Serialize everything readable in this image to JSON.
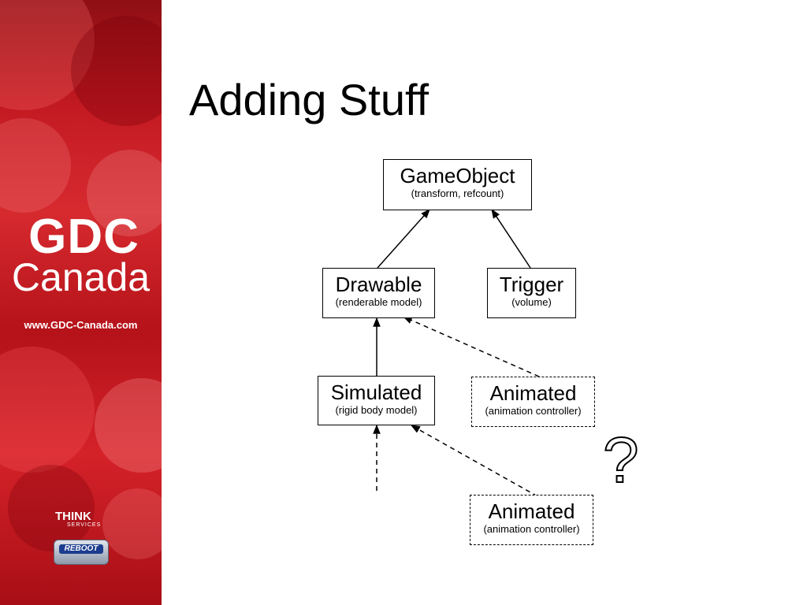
{
  "sidebar": {
    "logo_top": "GDC",
    "logo_bottom": "Canada",
    "url": "www.GDC-Canada.com",
    "sponsor_1": "THINK",
    "sponsor_1_sub": "SERVICES",
    "sponsor_2": "REBOOT"
  },
  "slide": {
    "title": "Adding Stuff"
  },
  "diagram": {
    "nodes": [
      {
        "id": "gameobject",
        "name": "GameObject",
        "detail": "(transform, refcount)",
        "style": "solid"
      },
      {
        "id": "drawable",
        "name": "Drawable",
        "detail": "(renderable model)",
        "style": "solid"
      },
      {
        "id": "trigger",
        "name": "Trigger",
        "detail": "(volume)",
        "style": "solid"
      },
      {
        "id": "simulated",
        "name": "Simulated",
        "detail": "(rigid body model)",
        "style": "solid"
      },
      {
        "id": "animated-1",
        "name": "Animated",
        "detail": "(animation controller)",
        "style": "dashed"
      },
      {
        "id": "animated-2",
        "name": "Animated",
        "detail": "(animation controller)",
        "style": "dashed"
      }
    ],
    "edges": [
      {
        "from": "drawable",
        "to": "gameobject",
        "style": "solid"
      },
      {
        "from": "trigger",
        "to": "gameobject",
        "style": "solid"
      },
      {
        "from": "simulated",
        "to": "drawable",
        "style": "solid"
      },
      {
        "from": "animated-1",
        "to": "drawable",
        "style": "dashed"
      },
      {
        "from": "animated-2",
        "to": "simulated",
        "style": "dashed"
      },
      {
        "from": "below",
        "to": "simulated",
        "style": "dashed"
      }
    ],
    "question_mark": "?"
  }
}
